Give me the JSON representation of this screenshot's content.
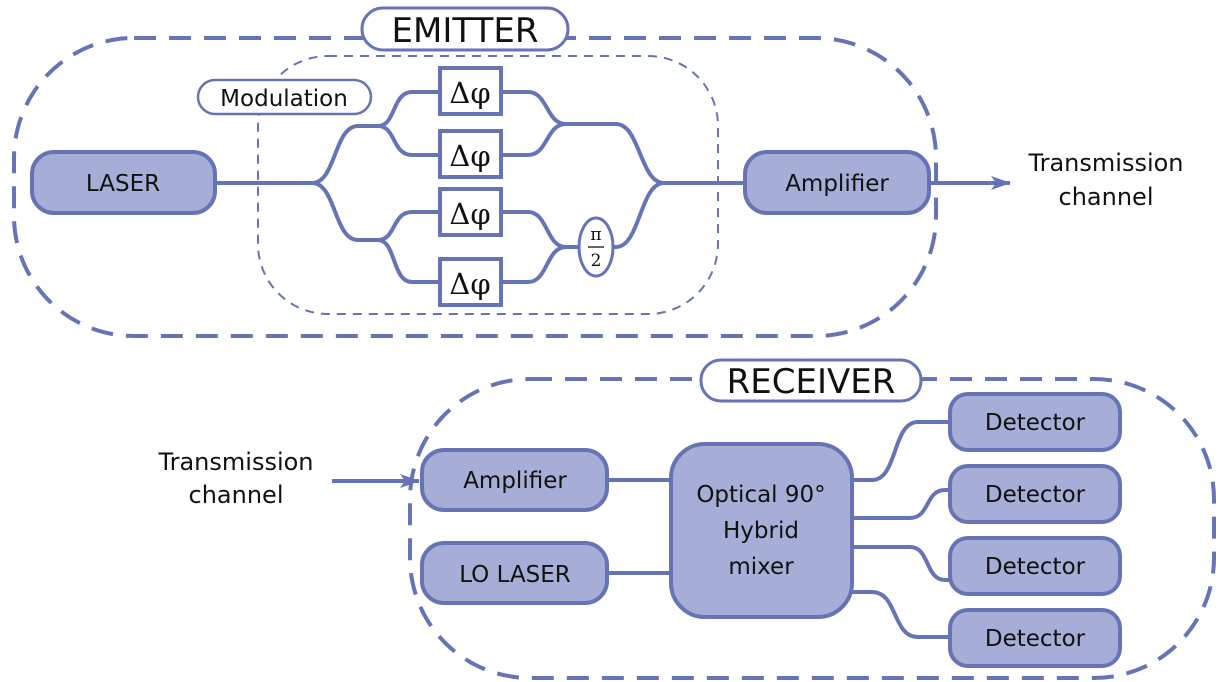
{
  "emitter": {
    "title": "EMITTER",
    "modulation_label": "Modulation",
    "laser_label": "LASER",
    "phase_label": "Δφ",
    "shift_numerator": "π",
    "shift_denominator": "2",
    "amplifier_label": "Amplifier",
    "output_line1": "Transmission",
    "output_line2": "channel"
  },
  "receiver": {
    "title": "RECEIVER",
    "input_line1": "Transmission",
    "input_line2": "channel",
    "amplifier_label": "Amplifier",
    "lo_laser_label": "LO LASER",
    "mixer_line1": "Optical 90°",
    "mixer_line2": "Hybrid",
    "mixer_line3": "mixer",
    "detector_label": "Detector"
  },
  "colors": {
    "stroke": "#6673b5",
    "fill": "#a6add6",
    "text": "#111111"
  }
}
